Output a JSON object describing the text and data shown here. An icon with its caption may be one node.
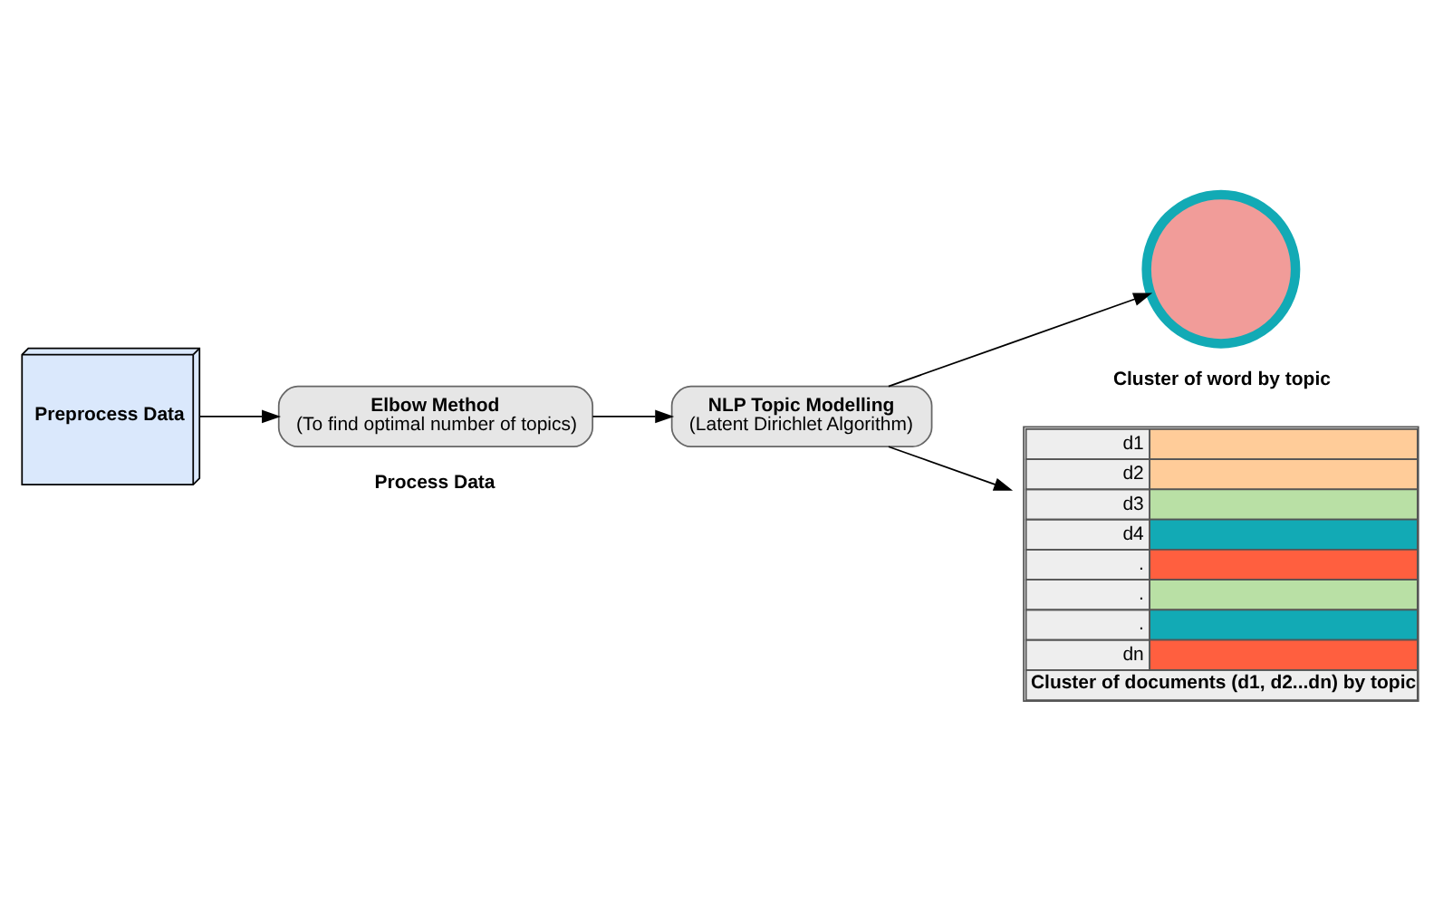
{
  "diagram": {
    "nodes": [
      {
        "text": [
          "Preprocess Data"
        ]
      },
      {
        "text": [
          "Elbow Method",
          "(To find optimal number of topics)"
        ]
      },
      {
        "text": [
          "NLP Topic Modelling",
          "(Latent Dirichlet Algorithm)"
        ]
      },
      {
        "text": [],
        "shape": "circle",
        "beside": [
          "Cluster of word by topic"
        ]
      },
      {
        "text": [
          "d1",
          "d2",
          "d3",
          "d4",
          ".",
          ".",
          ".",
          "dn",
          "Cluster of documents (d1, d2...dn) by topic"
        ]
      }
    ],
    "edges": [
      {
        "from": 0,
        "to": 1,
        "arrow": "to"
      },
      {
        "from": 1,
        "to": 2,
        "arrow": "to"
      },
      {
        "from": 2,
        "to": 3,
        "arrow": "to"
      },
      {
        "from": 2,
        "to": 4,
        "arrow": "to"
      }
    ],
    "labels": [
      "Process Data"
    ]
  }
}
